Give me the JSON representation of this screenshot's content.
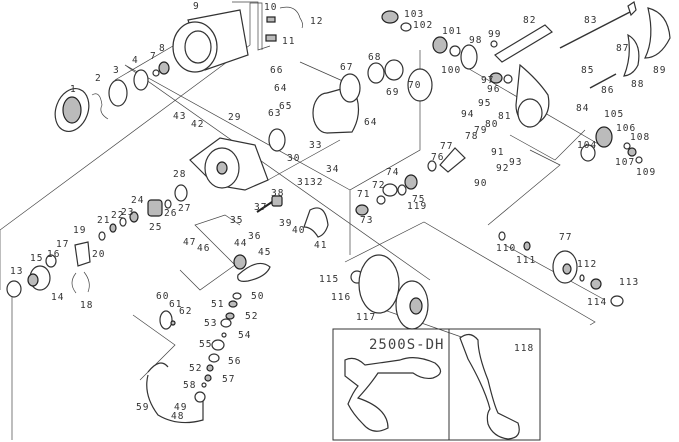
{
  "diagram": {
    "model_title": "2500S-DH",
    "part_labels": [
      "1",
      "2",
      "3",
      "4",
      "7",
      "8",
      "9",
      "10",
      "11",
      "12",
      "66",
      "64",
      "65",
      "63",
      "43",
      "42",
      "29",
      "33",
      "34",
      "30",
      "31",
      "32",
      "28",
      "27",
      "26",
      "24",
      "23",
      "22",
      "21",
      "25",
      "37",
      "38",
      "39",
      "40",
      "35",
      "36",
      "41",
      "47",
      "46",
      "44",
      "45",
      "19",
      "20",
      "17",
      "16",
      "15",
      "13",
      "14",
      "18",
      "60",
      "61",
      "62",
      "50",
      "51",
      "52",
      "53",
      "54",
      "55",
      "56",
      "52",
      "57",
      "58",
      "59",
      "49",
      "48",
      "103",
      "102",
      "101",
      "98",
      "99",
      "100",
      "97",
      "96",
      "82",
      "83",
      "87",
      "89",
      "88",
      "85",
      "86",
      "84",
      "95",
      "94",
      "81",
      "80",
      "79",
      "78",
      "77",
      "76",
      "91",
      "92",
      "93",
      "90",
      "104",
      "105",
      "106",
      "108",
      "107",
      "109",
      "74",
      "72",
      "71",
      "75",
      "119",
      "73",
      "70",
      "69",
      "68",
      "67",
      "64",
      "110",
      "111",
      "77",
      "112",
      "113",
      "114",
      "115",
      "116",
      "117",
      "118"
    ]
  }
}
